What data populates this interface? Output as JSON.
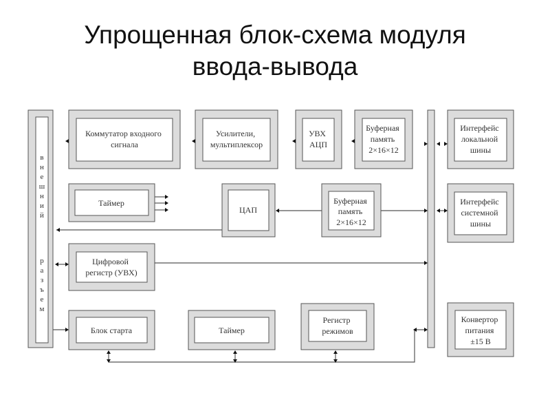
{
  "title": {
    "line1": "Упрощенная блок-схема модуля",
    "line2": "ввода-вывода"
  },
  "connector": {
    "label_word1": "внешний",
    "label_word2": "разъем"
  },
  "blocks": {
    "input_switch": [
      "Коммутатор входного",
      "сигнала"
    ],
    "amplifiers": [
      "Усилители,",
      "мультиплексор"
    ],
    "sample_hold_adc": [
      "УВХ",
      "АЦП"
    ],
    "buffer_memory_in": [
      "Буферная",
      "память",
      "2×16×12"
    ],
    "local_bus_interface": [
      "Интерфейс",
      "локальной",
      "шины"
    ],
    "timer_top": [
      "Таймер"
    ],
    "dac": [
      "ЦАП"
    ],
    "buffer_memory_out": [
      "Буферная",
      "память",
      "2×16×12"
    ],
    "system_bus_interface": [
      "Интерфейс",
      "системной",
      "шины"
    ],
    "digital_register": [
      "Цифровой",
      "регистр (УВХ)"
    ],
    "start_block": [
      "Блок старта"
    ],
    "timer_bottom": [
      "Таймер"
    ],
    "mode_register": [
      "Регистр",
      "режимов"
    ],
    "power_converter": [
      "Конвертор",
      "питания",
      "±15 В"
    ]
  },
  "colors": {
    "outer_fill": "#dcdcdc",
    "inner_fill": "#ffffff",
    "border": "#555555",
    "arrow": "#111111"
  }
}
